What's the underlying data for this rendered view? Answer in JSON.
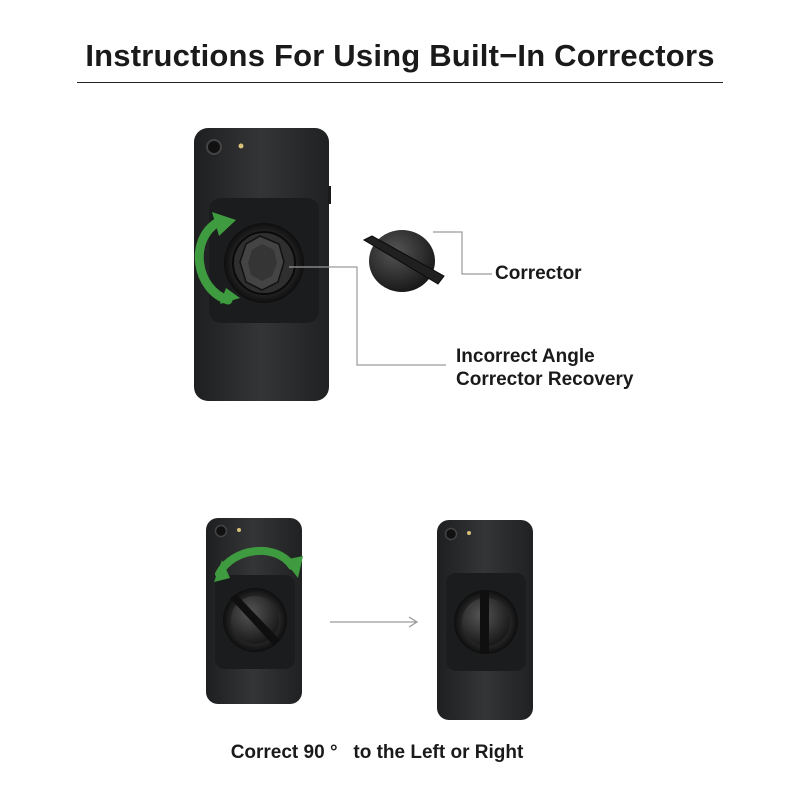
{
  "title": "Instructions For Using Built−In Correctors",
  "labels": {
    "corrector": "Corrector",
    "incorrect_line1": "Incorrect Angle",
    "incorrect_line2": "Corrector Recovery"
  },
  "bottom_caption": "Correct 90 °   to the Left or Right",
  "colors": {
    "arrow_green": "#3f9b3f",
    "phone": "#2a2b2c",
    "leader_line": "#9a9a9a"
  }
}
